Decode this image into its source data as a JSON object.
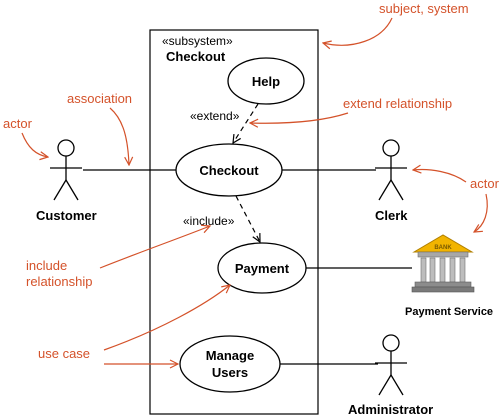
{
  "subsystem": {
    "stereotype": "«subsystem»",
    "name": "Checkout"
  },
  "use_cases": {
    "help": "Help",
    "checkout": "Checkout",
    "payment": "Payment",
    "manage_users_line1": "Manage",
    "manage_users_line2": "Users"
  },
  "actors": {
    "customer": "Customer",
    "clerk": "Clerk",
    "payment_service": "Payment Service",
    "administrator": "Administrator"
  },
  "relationships": {
    "extend": "«extend»",
    "include": "«include»"
  },
  "annotations": {
    "subject_system": "subject, system",
    "association": "association",
    "actor_left": "actor",
    "extend_relationship": "extend relationship",
    "actor_right": "actor",
    "include_relationship_line1": "include",
    "include_relationship_line2": "relationship",
    "use_case": "use case"
  },
  "bank_icon_text": "BANK",
  "colors": {
    "annotation": "#d4522a",
    "line": "#000000",
    "bank_gold": "#f2b400",
    "bank_gray": "#8c8c8c"
  }
}
